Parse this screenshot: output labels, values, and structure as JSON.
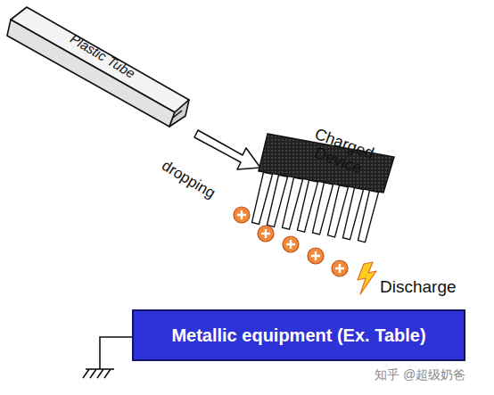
{
  "diagram": {
    "nodes": [
      {
        "text": [
          "Plastic Tube"
        ]
      },
      {
        "text": [
          "Metallic equipment (Ex. Table)"
        ]
      }
    ],
    "labels": [
      "dropping",
      "Charged Device",
      "Discharge",
      "知乎 @超级奶爸"
    ]
  }
}
